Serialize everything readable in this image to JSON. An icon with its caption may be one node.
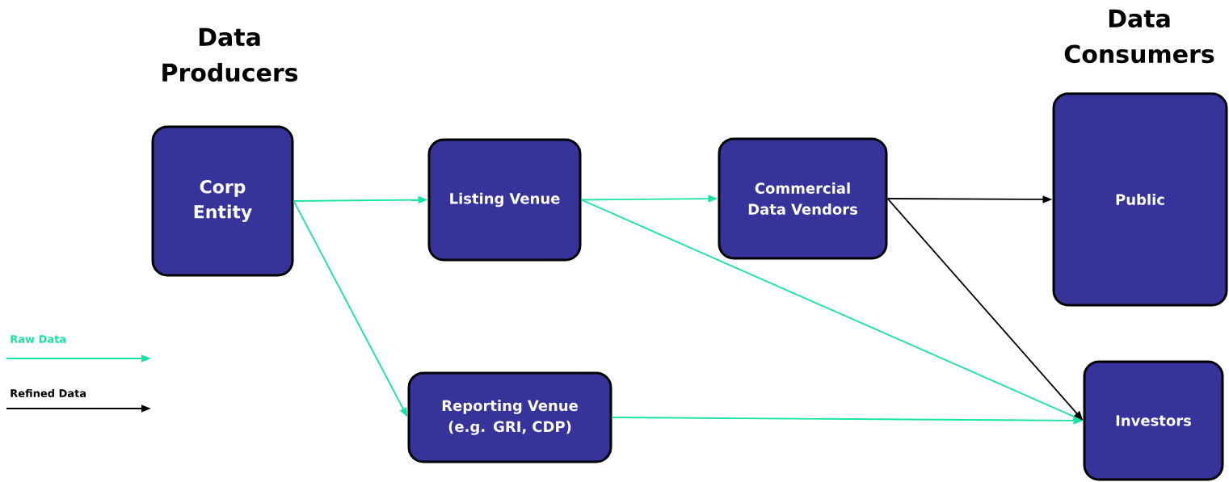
{
  "diagram": {
    "nodes": [
      {
        "text": [
          "Corp Entity"
        ]
      },
      {
        "text": [
          "Listing Venue"
        ]
      },
      {
        "text": [
          "Commercial Data Vendors"
        ]
      },
      {
        "text": [
          "Public"
        ]
      },
      {
        "text": [
          "Reporting Venue (e.g. GRI, CDP)"
        ]
      },
      {
        "text": [
          "Investors"
        ]
      }
    ],
    "edges": [
      {
        "from": 0,
        "to": 1,
        "arrow": "to"
      },
      {
        "from": 0,
        "to": 4,
        "arrow": "to"
      },
      {
        "from": 1,
        "to": 2,
        "arrow": "to"
      },
      {
        "from": 1,
        "to": 5,
        "arrow": "to"
      },
      {
        "from": 2,
        "to": 3,
        "arrow": "to",
        "color": "#000000"
      },
      {
        "from": 2,
        "to": 5,
        "arrow": "to",
        "color": "#000000"
      },
      {
        "from": 4,
        "to": 5,
        "arrow": "to"
      }
    ],
    "labels": [
      "Data Producers",
      "Data Consumers"
    ],
    "legend": [
      {
        "text": "Raw Data"
      },
      {
        "text": "Refined Data"
      }
    ]
  }
}
